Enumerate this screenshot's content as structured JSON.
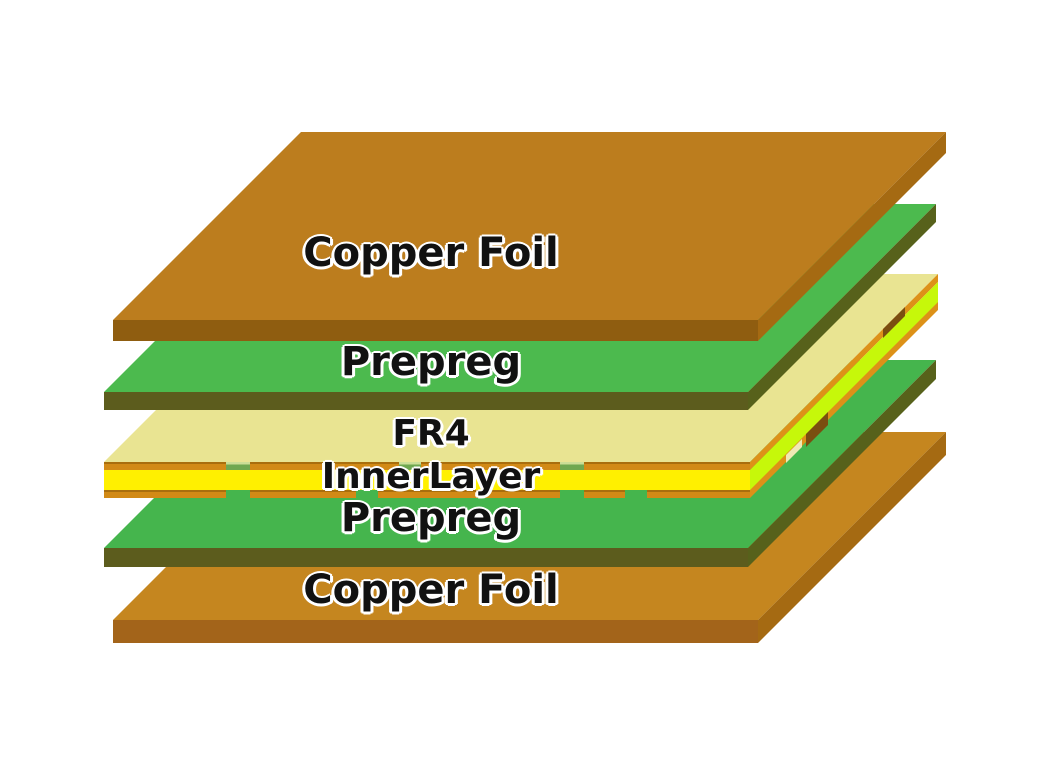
{
  "diagram": {
    "type": "pcb-layer-stackup",
    "background": "#ffffff",
    "layers": [
      {
        "label": "Copper Foil"
      },
      {
        "label": "Prepreg"
      },
      {
        "label": "FR4"
      },
      {
        "label": "InnerLayer"
      },
      {
        "label": "Prepreg"
      },
      {
        "label": "Copper Foil"
      }
    ],
    "colors": {
      "copper_top_face": "#BC7D1E",
      "copper_front": "#8F5D10",
      "copper_side": "#A56A12",
      "copper_bottom_face": "#C5861F",
      "copper_bottom_front": "#A3641A",
      "prepreg_face": "#4CBA4E",
      "prepreg_face_lower": "#45B54D",
      "prepreg_front": "#5C5C1D",
      "prepreg_side": "#57611B",
      "fr4_face": "#E9E492",
      "inner_copper": "#D28A16",
      "inner_copper_side": "#DD9118",
      "inner_copper_edge": "#A96E0D",
      "core_front": "#FFF000",
      "core_side": "#C6F80A",
      "trace_gap_top": "#6FA850",
      "trace_gap_highlight": "#CBDE96",
      "trace_gap_bottom": "#45B54D",
      "notch_dark": "#7A4E10",
      "notch_pale": "#EFE9B4",
      "label_color": "#111111",
      "label_halo": "#ffffff"
    }
  }
}
